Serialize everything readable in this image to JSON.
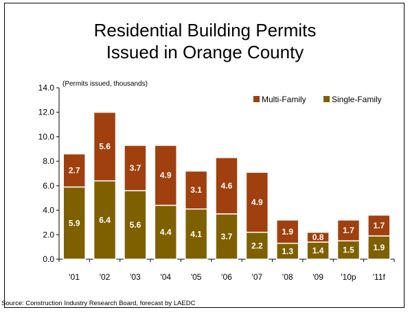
{
  "title_line1": "Residential Building Permits",
  "title_line2": "Issued in Orange County",
  "source": "Source:  Construction Industry Research Board, forecast by LAEDC",
  "chart_data": {
    "type": "bar",
    "stacked": true,
    "unit_label": "(Permits issued, thousands)",
    "categories": [
      "'01",
      "'02",
      "'03",
      "'04",
      "'05",
      "'06",
      "'07",
      "'08",
      "'09",
      "'10p",
      "'11f"
    ],
    "series": [
      {
        "name": "Single-Family",
        "color": "#7f6000",
        "values": [
          5.9,
          6.4,
          5.6,
          4.4,
          4.1,
          3.7,
          2.2,
          1.3,
          1.4,
          1.5,
          1.9
        ]
      },
      {
        "name": "Multi-Family",
        "color": "#a0400e",
        "values": [
          2.7,
          5.6,
          3.7,
          4.9,
          3.1,
          4.6,
          4.9,
          1.9,
          0.8,
          1.7,
          1.7
        ]
      }
    ],
    "ylim": [
      0,
      14
    ],
    "yticks": [
      "0.0",
      "2.0",
      "4.0",
      "6.0",
      "8.0",
      "10.0",
      "12.0",
      "14.0"
    ],
    "legend": [
      "Multi-Family",
      "Single-Family"
    ],
    "legend_position": "top-right",
    "grid": false
  }
}
